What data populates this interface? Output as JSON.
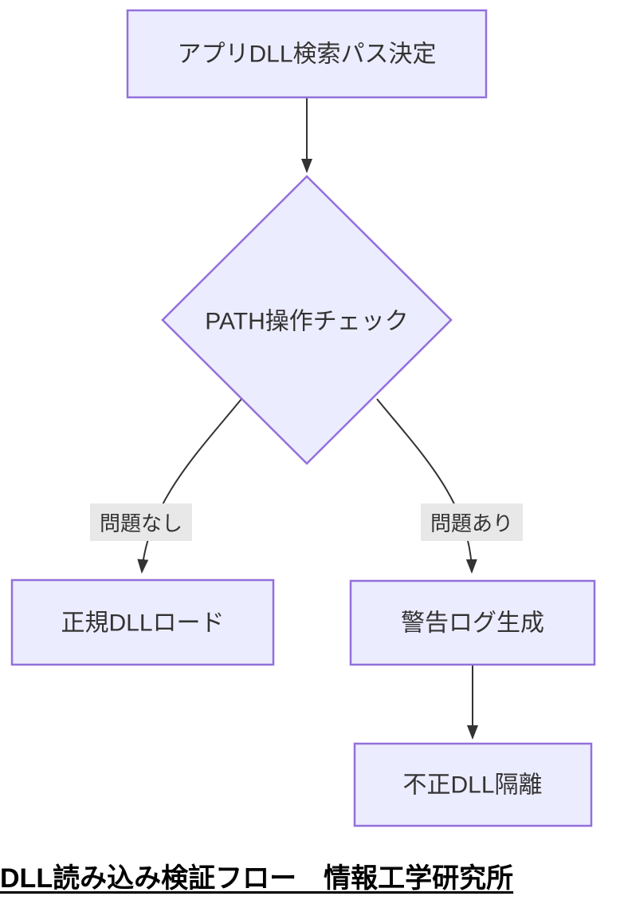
{
  "flowchart": {
    "nodes": {
      "start": {
        "label": "アプリDLL検索パス決定",
        "shape": "rect"
      },
      "decision": {
        "label": "PATH操作チェック",
        "shape": "diamond"
      },
      "load": {
        "label": "正規DLLロード",
        "shape": "rect"
      },
      "warn": {
        "label": "警告ログ生成",
        "shape": "rect"
      },
      "quarantine": {
        "label": "不正DLL隔離",
        "shape": "rect"
      }
    },
    "edges": {
      "ok": {
        "label": "問題なし"
      },
      "ng": {
        "label": "問題あり"
      }
    },
    "caption": "DLL読み込み検証フロー　情報工学研究所",
    "colors": {
      "node_fill": "#ECECFF",
      "node_stroke": "#9370DB",
      "line": "#333333",
      "arrowhead": "#333333",
      "edge_label_bg": "#E8E8E8",
      "node_text": "#333333",
      "caption_text": "#000000"
    }
  }
}
